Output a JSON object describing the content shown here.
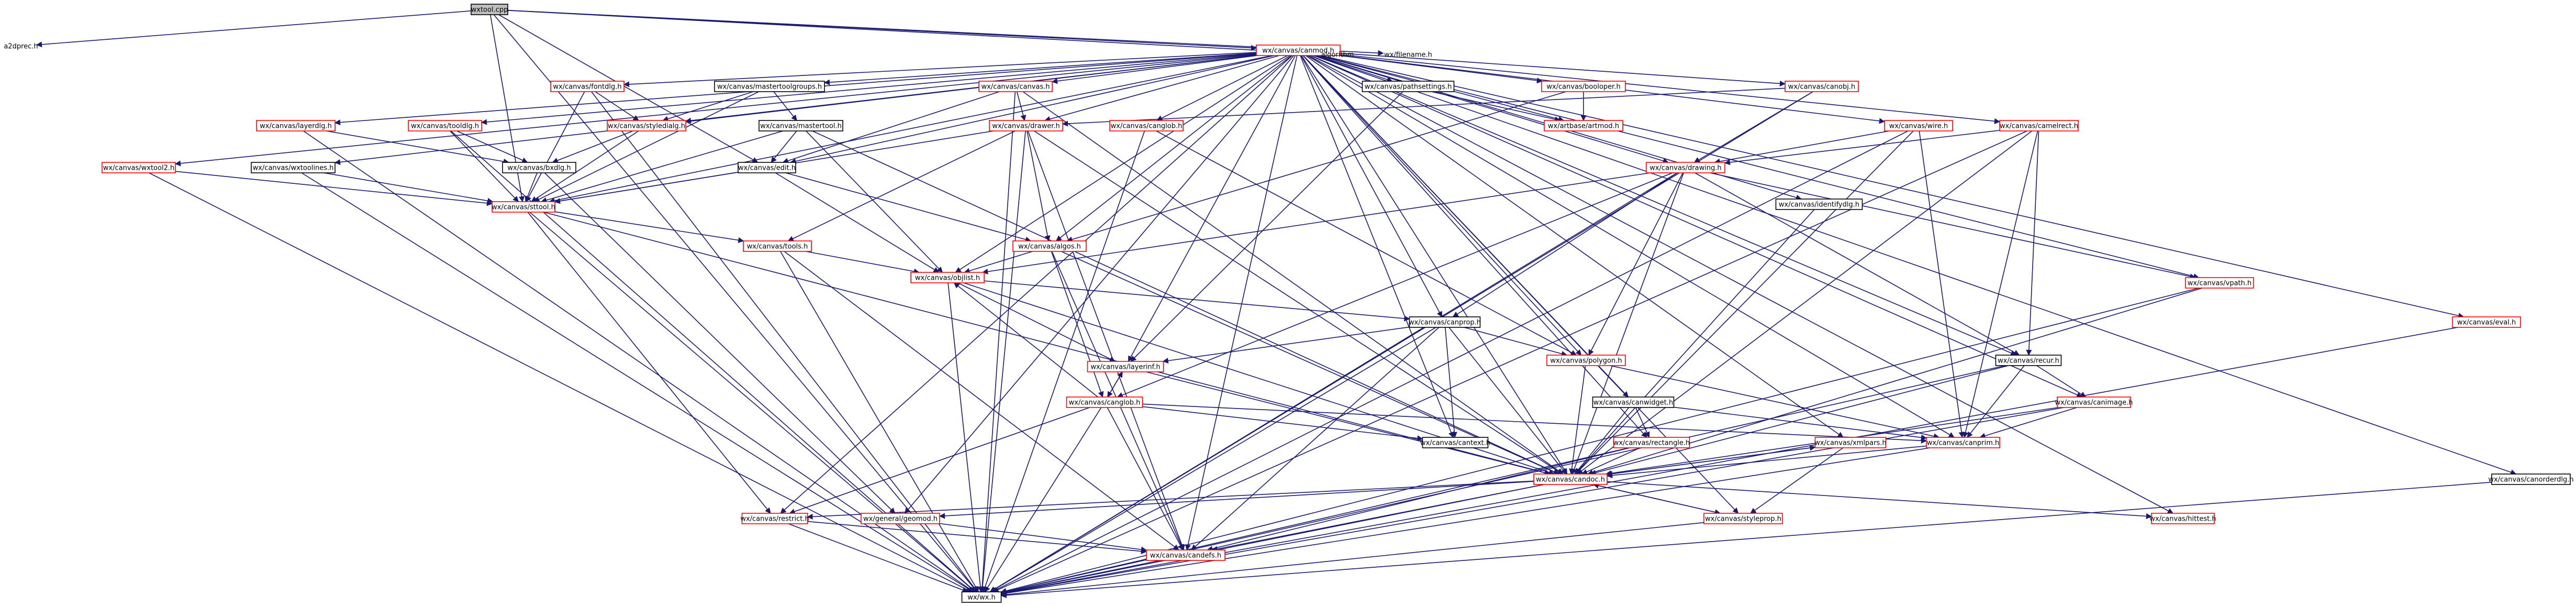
{
  "graph": {
    "nodes": [
      {
        "id": "wxtool",
        "label": "wxtool.cpp",
        "style": "root"
      },
      {
        "id": "a2dprec",
        "label": "a2dprec.h",
        "style": "plain"
      },
      {
        "id": "canmod",
        "label": "wx/canvas/canmod.h",
        "style": "red"
      },
      {
        "id": "algo",
        "label": "algorithm",
        "style": "plain"
      },
      {
        "id": "filename",
        "label": "wx/filename.h",
        "style": "plain"
      },
      {
        "id": "fontdlg",
        "label": "wx/canvas/fontdlg.h",
        "style": "red"
      },
      {
        "id": "mastergroups",
        "label": "wx/canvas/mastertoolgroups.h",
        "style": "black"
      },
      {
        "id": "canvas",
        "label": "wx/canvas/canvas.h",
        "style": "red"
      },
      {
        "id": "pathsettings",
        "label": "wx/canvas/pathsettings.h",
        "style": "black"
      },
      {
        "id": "booloper",
        "label": "wx/canvas/booloper.h",
        "style": "red"
      },
      {
        "id": "canobj",
        "label": "wx/canvas/canobj.h",
        "style": "red"
      },
      {
        "id": "canglob",
        "label": "wx/canvas/canglob.h",
        "style": "red"
      },
      {
        "id": "layerdlg",
        "label": "wx/canvas/layerdlg.h",
        "style": "red"
      },
      {
        "id": "tooldlg",
        "label": "wx/canvas/tooldlg.h",
        "style": "red"
      },
      {
        "id": "styledialg",
        "label": "wx/canvas/styledialg.h",
        "style": "red"
      },
      {
        "id": "mastertool",
        "label": "wx/canvas/mastertool.h",
        "style": "black"
      },
      {
        "id": "drawer",
        "label": "wx/canvas/drawer.h",
        "style": "red"
      },
      {
        "id": "artbase",
        "label": "wx/artbase/artmod.h",
        "style": "red"
      },
      {
        "id": "wire",
        "label": "wx/canvas/wire.h",
        "style": "red"
      },
      {
        "id": "camelrect",
        "label": "wx/canvas/camelrect.h",
        "style": "red"
      },
      {
        "id": "wxtool2",
        "label": "wx/canvas/wxtool2.h",
        "style": "red"
      },
      {
        "id": "toolines",
        "label": "wx/canvas/wxtoolines.h",
        "style": "black"
      },
      {
        "id": "sttool",
        "label": "wx/canvas/sttool.h",
        "style": "red"
      },
      {
        "id": "edit",
        "label": "wx/canvas/edit.h",
        "style": "black"
      },
      {
        "id": "canvasbxdlg",
        "label": "wx/canvas/bxdlg.h",
        "style": "black"
      },
      {
        "id": "drawing",
        "label": "wx/canvas/drawing.h",
        "style": "red"
      },
      {
        "id": "identifydlg",
        "label": "wx/canvas/identifydlg.h",
        "style": "black"
      },
      {
        "id": "tools",
        "label": "wx/canvas/tools.h",
        "style": "red"
      },
      {
        "id": "algos",
        "label": "wx/canvas/algos.h",
        "style": "red"
      },
      {
        "id": "objlist",
        "label": "wx/canvas/objlist.h",
        "style": "red"
      },
      {
        "id": "vpath",
        "label": "wx/canvas/vpath.h",
        "style": "red"
      },
      {
        "id": "eval",
        "label": "wx/canvas/eval.h",
        "style": "red"
      },
      {
        "id": "canprop",
        "label": "wx/canvas/canprop.h",
        "style": "black"
      },
      {
        "id": "recur",
        "label": "wx/canvas/recur.h",
        "style": "black"
      },
      {
        "id": "layerinf",
        "label": "wx/canvas/layerinf.h",
        "style": "red"
      },
      {
        "id": "polygon",
        "label": "wx/canvas/polygon.h",
        "style": "red"
      },
      {
        "id": "canwidget",
        "label": "wx/canvas/canwidget.h",
        "style": "black"
      },
      {
        "id": "canimage",
        "label": "wx/canvas/canimage.h",
        "style": "red"
      },
      {
        "id": "canglob2",
        "label": "wx/canvas/canglob.h",
        "style": "red"
      },
      {
        "id": "rectangle",
        "label": "wx/canvas/rectangle.h",
        "style": "red"
      },
      {
        "id": "cantext",
        "label": "wx/canvas/cantext.h",
        "style": "black"
      },
      {
        "id": "canprim",
        "label": "wx/canvas/canprim.h",
        "style": "red"
      },
      {
        "id": "xmlpars",
        "label": "wx/canvas/xmlpars.h",
        "style": "red"
      },
      {
        "id": "candoc",
        "label": "wx/canvas/candoc.h",
        "style": "red"
      },
      {
        "id": "restrict",
        "label": "wx/canvas/restrict.h",
        "style": "red"
      },
      {
        "id": "geomod",
        "label": "wx/general/geomod.h",
        "style": "red"
      },
      {
        "id": "styleprop",
        "label": "wx/canvas/styleprop.h",
        "style": "red"
      },
      {
        "id": "hittest",
        "label": "wx/canvas/hittest.h",
        "style": "red"
      },
      {
        "id": "candefs",
        "label": "wx/canvas/candefs.h",
        "style": "red"
      },
      {
        "id": "wxh",
        "label": "wx/wx.h",
        "style": "black"
      },
      {
        "id": "canordlg",
        "label": "wx/canvas/canorderdlg.h",
        "style": "black"
      }
    ],
    "edges": [
      [
        "wxtool",
        "a2dprec"
      ],
      [
        "wxtool",
        "canmod"
      ],
      [
        "wxtool",
        "algo"
      ],
      [
        "wxtool",
        "filename"
      ],
      [
        "wxtool",
        "sttool"
      ],
      [
        "wxtool",
        "edit"
      ],
      [
        "wxtool",
        "wxh"
      ],
      [
        "canmod",
        "fontdlg"
      ],
      [
        "canmod",
        "mastergroups"
      ],
      [
        "canmod",
        "canvas"
      ],
      [
        "canmod",
        "pathsettings"
      ],
      [
        "canmod",
        "booloper"
      ],
      [
        "canmod",
        "canobj"
      ],
      [
        "canmod",
        "canglob"
      ],
      [
        "canmod",
        "layerdlg"
      ],
      [
        "canmod",
        "tooldlg"
      ],
      [
        "canmod",
        "styledialg"
      ],
      [
        "canmod",
        "drawer"
      ],
      [
        "canmod",
        "artbase"
      ],
      [
        "canmod",
        "wire"
      ],
      [
        "canmod",
        "camelrect"
      ],
      [
        "canmod",
        "wxtool2"
      ],
      [
        "canmod",
        "toolines"
      ],
      [
        "canmod",
        "sttool"
      ],
      [
        "canmod",
        "edit"
      ],
      [
        "canmod",
        "drawing"
      ],
      [
        "canmod",
        "identifydlg"
      ],
      [
        "canmod",
        "algos"
      ],
      [
        "canmod",
        "objlist"
      ],
      [
        "canmod",
        "vpath"
      ],
      [
        "canmod",
        "eval"
      ],
      [
        "canmod",
        "canprop"
      ],
      [
        "canmod",
        "recur"
      ],
      [
        "canmod",
        "polygon"
      ],
      [
        "canmod",
        "canwidget"
      ],
      [
        "canmod",
        "canimage"
      ],
      [
        "canmod",
        "layerinf"
      ],
      [
        "canmod",
        "rectangle"
      ],
      [
        "canmod",
        "cantext"
      ],
      [
        "canmod",
        "canprim"
      ],
      [
        "canmod",
        "xmlpars"
      ],
      [
        "canmod",
        "candoc"
      ],
      [
        "canmod",
        "hittest"
      ],
      [
        "canmod",
        "candefs"
      ],
      [
        "canmod",
        "canordlg"
      ],
      [
        "canmod",
        "restrict"
      ],
      [
        "canmod",
        "geomod"
      ],
      [
        "canmod",
        "styleprop"
      ],
      [
        "fontdlg",
        "styledialg"
      ],
      [
        "fontdlg",
        "sttool"
      ],
      [
        "fontdlg",
        "wxh"
      ],
      [
        "mastergroups",
        "mastertool"
      ],
      [
        "mastergroups",
        "styledialg"
      ],
      [
        "mastergroups",
        "sttool"
      ],
      [
        "canvas",
        "drawer"
      ],
      [
        "canvas",
        "edit"
      ],
      [
        "canvas",
        "candoc"
      ],
      [
        "canvas",
        "wxh"
      ],
      [
        "pathsettings",
        "artbase"
      ],
      [
        "pathsettings",
        "layerinf"
      ],
      [
        "booloper",
        "artbase"
      ],
      [
        "booloper",
        "algos"
      ],
      [
        "canobj",
        "drawer"
      ],
      [
        "canobj",
        "drawing"
      ],
      [
        "canobj",
        "wxh"
      ],
      [
        "canglob",
        "wxh"
      ],
      [
        "canglob",
        "polygon"
      ],
      [
        "layerdlg",
        "canvasbxdlg"
      ],
      [
        "layerdlg",
        "wxh"
      ],
      [
        "tooldlg",
        "sttool"
      ],
      [
        "tooldlg",
        "canvasbxdlg"
      ],
      [
        "tooldlg",
        "wxh"
      ],
      [
        "styledialg",
        "canvasbxdlg"
      ],
      [
        "styledialg",
        "sttool"
      ],
      [
        "mastertool",
        "sttool"
      ],
      [
        "mastertool",
        "edit"
      ],
      [
        "mastertool",
        "objlist"
      ],
      [
        "mastertool",
        "candoc"
      ],
      [
        "drawer",
        "sttool"
      ],
      [
        "drawer",
        "tools"
      ],
      [
        "drawer",
        "algos"
      ],
      [
        "drawer",
        "candoc"
      ],
      [
        "drawer",
        "candefs"
      ],
      [
        "drawer",
        "wxh"
      ],
      [
        "wire",
        "drawing"
      ],
      [
        "wire",
        "canprim"
      ],
      [
        "wire",
        "candoc"
      ],
      [
        "wire",
        "wxh"
      ],
      [
        "camelrect",
        "drawing"
      ],
      [
        "camelrect",
        "recur"
      ],
      [
        "camelrect",
        "candoc"
      ],
      [
        "camelrect",
        "canprim"
      ],
      [
        "camelrect",
        "wxh"
      ],
      [
        "wxtool2",
        "sttool"
      ],
      [
        "wxtool2",
        "wxh"
      ],
      [
        "toolines",
        "sttool"
      ],
      [
        "toolines",
        "wxh"
      ],
      [
        "sttool",
        "tools"
      ],
      [
        "sttool",
        "candoc"
      ],
      [
        "sttool",
        "restrict"
      ],
      [
        "sttool",
        "wxh"
      ],
      [
        "edit",
        "sttool"
      ],
      [
        "edit",
        "objlist"
      ],
      [
        "edit",
        "algos"
      ],
      [
        "canvasbxdlg",
        "sttool"
      ],
      [
        "canvasbxdlg",
        "geomod"
      ],
      [
        "drawing",
        "objlist"
      ],
      [
        "drawing",
        "canglob2"
      ],
      [
        "drawing",
        "canprop"
      ],
      [
        "drawing",
        "polygon"
      ],
      [
        "drawing",
        "recur"
      ],
      [
        "drawing",
        "vpath"
      ],
      [
        "drawing",
        "candoc"
      ],
      [
        "drawing",
        "wxh"
      ],
      [
        "identifydlg",
        "candoc"
      ],
      [
        "tools",
        "objlist"
      ],
      [
        "tools",
        "candefs"
      ],
      [
        "tools",
        "wxh"
      ],
      [
        "algos",
        "objlist"
      ],
      [
        "algos",
        "canglob2"
      ],
      [
        "algos",
        "candoc"
      ],
      [
        "algos",
        "candefs"
      ],
      [
        "objlist",
        "canprop"
      ],
      [
        "objlist",
        "layerinf"
      ],
      [
        "objlist",
        "candoc"
      ],
      [
        "objlist",
        "wxh"
      ],
      [
        "vpath",
        "candoc"
      ],
      [
        "vpath",
        "wxh"
      ],
      [
        "eval",
        "wxh"
      ],
      [
        "canprop",
        "layerinf"
      ],
      [
        "canprop",
        "polygon"
      ],
      [
        "canprop",
        "cantext"
      ],
      [
        "canprop",
        "candoc"
      ],
      [
        "canprop",
        "candefs"
      ],
      [
        "canprop",
        "wxh"
      ],
      [
        "recur",
        "canprim"
      ],
      [
        "recur",
        "canimage"
      ],
      [
        "recur",
        "candoc"
      ],
      [
        "recur",
        "wxh"
      ],
      [
        "layerinf",
        "canglob2"
      ],
      [
        "layerinf",
        "candoc"
      ],
      [
        "polygon",
        "candoc"
      ],
      [
        "polygon",
        "canprim"
      ],
      [
        "canwidget",
        "rectangle"
      ],
      [
        "canwidget",
        "candoc"
      ],
      [
        "canwidget",
        "canprim"
      ],
      [
        "canimage",
        "canprim"
      ],
      [
        "canimage",
        "candoc"
      ],
      [
        "canimage",
        "wxh"
      ],
      [
        "canglob2",
        "layerinf"
      ],
      [
        "canglob2",
        "objlist"
      ],
      [
        "canglob2",
        "cantext"
      ],
      [
        "canglob2",
        "canprim"
      ],
      [
        "canglob2",
        "restrict"
      ],
      [
        "canglob2",
        "candefs"
      ],
      [
        "canglob2",
        "wxh"
      ],
      [
        "rectangle",
        "candoc"
      ],
      [
        "rectangle",
        "candefs"
      ],
      [
        "rectangle",
        "wxh"
      ],
      [
        "canprim",
        "candoc"
      ],
      [
        "canprim",
        "wxh"
      ],
      [
        "xmlpars",
        "candoc"
      ],
      [
        "xmlpars",
        "styleprop"
      ],
      [
        "candoc",
        "restrict"
      ],
      [
        "candoc",
        "geomod"
      ],
      [
        "candoc",
        "styleprop"
      ],
      [
        "candoc",
        "hittest"
      ],
      [
        "candoc",
        "candefs"
      ],
      [
        "candoc",
        "wxh"
      ],
      [
        "candoc",
        "xmlpars"
      ],
      [
        "restrict",
        "candefs"
      ],
      [
        "restrict",
        "wxh"
      ],
      [
        "geomod",
        "candefs"
      ],
      [
        "styleprop",
        "candoc"
      ],
      [
        "styleprop",
        "wxh"
      ],
      [
        "candefs",
        "wxh"
      ],
      [
        "canordlg",
        "wxh"
      ]
    ]
  }
}
